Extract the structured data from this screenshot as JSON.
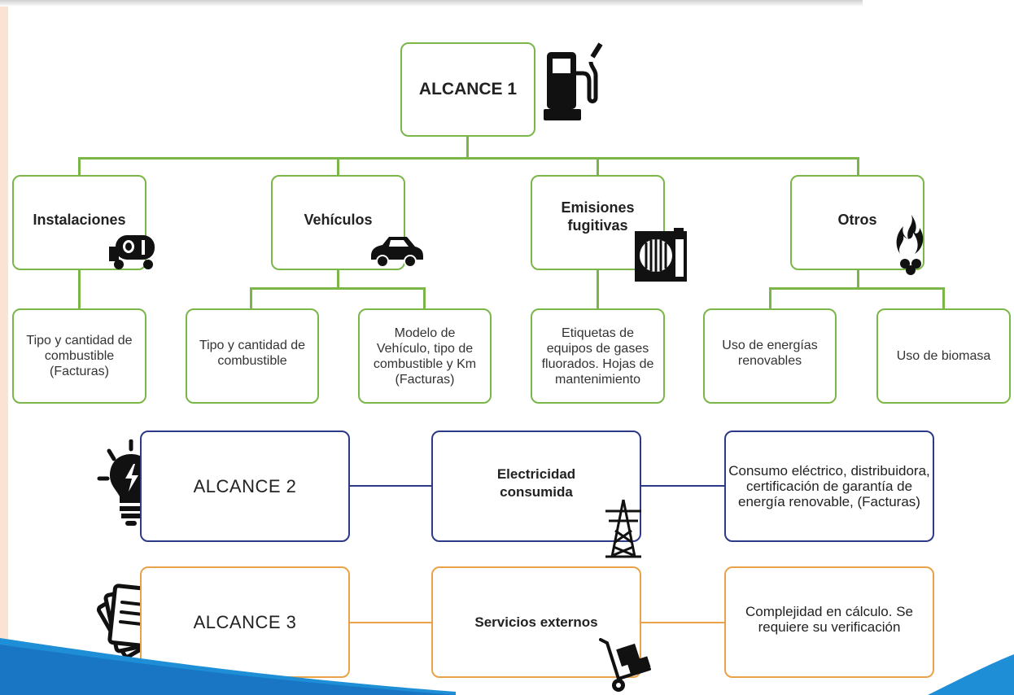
{
  "scope1": {
    "title": "ALCANCE 1",
    "categories": [
      {
        "label": "Instalaciones"
      },
      {
        "label": "Vehículos"
      },
      {
        "label": "Emisiones fugitivas"
      },
      {
        "label": "Otros"
      }
    ],
    "leaves": [
      "Tipo y cantidad de combustible (Facturas)",
      "Tipo y cantidad de combustible",
      "Modelo de Vehículo, tipo de combustible y Km (Facturas)",
      "Etiquetas de equipos de gases fluorados. Hojas de mantenimiento",
      "Uso de energías renovables",
      "Uso de biomasa"
    ]
  },
  "scope2": {
    "title": "ALCANCE 2",
    "middle": "Electricidad consumida",
    "info": "Consumo eléctrico, distribuidora, certificación de garantía de energía renovable, (Facturas)"
  },
  "scope3": {
    "title": "ALCANCE 3",
    "middle": "Servicios externos",
    "info": "Complejidad en cálculo. Se requiere su verificación"
  },
  "colors": {
    "scope1": "#7ab648",
    "scope2": "#2d3a87",
    "scope3": "#e9a24a",
    "wave": "#1e8fd6"
  },
  "icons": [
    "fuel-pump-icon",
    "fuel-tank-truck-icon",
    "car-icon",
    "air-conditioner-icon",
    "fire-icon",
    "light-bulb-icon",
    "power-tower-icon",
    "documents-icon",
    "hand-truck-icon"
  ]
}
